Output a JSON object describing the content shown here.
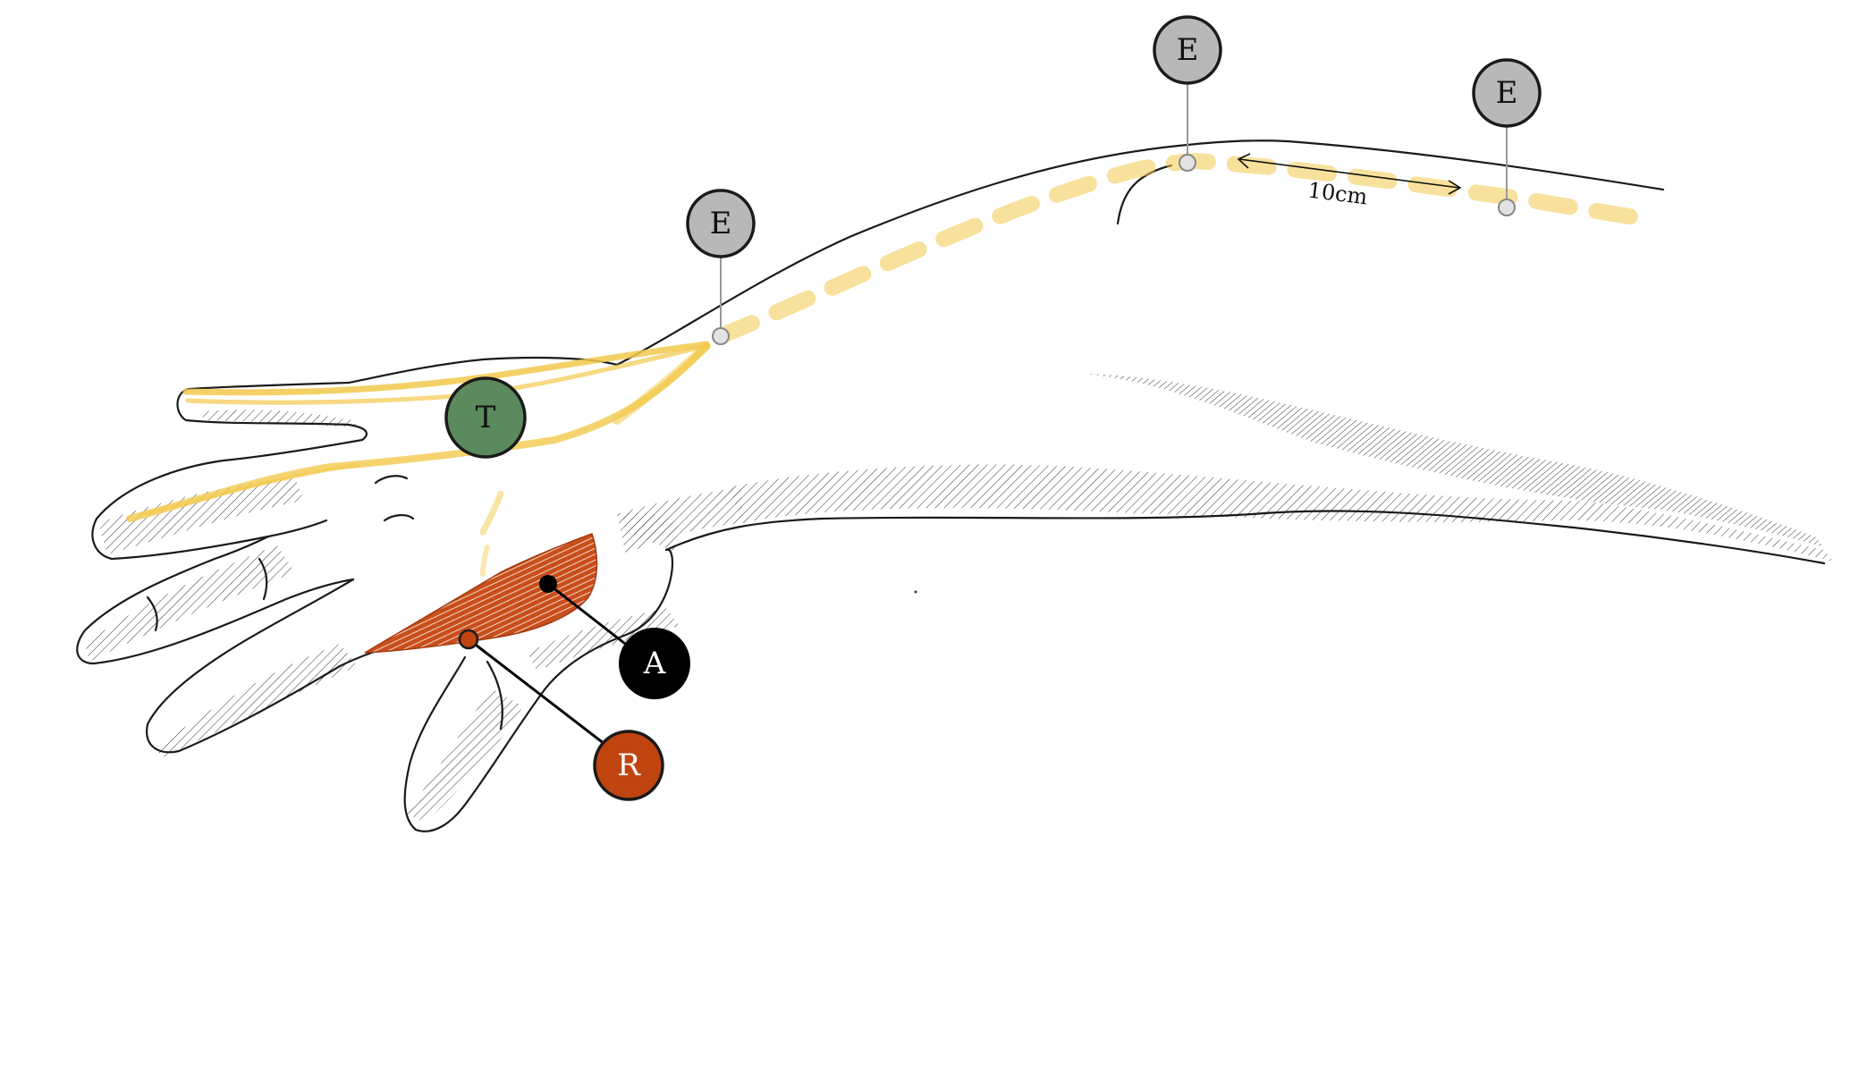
{
  "colors": {
    "electrode": "#b8b8b8",
    "target": "#5b8a5f",
    "anode": "#000000",
    "reference": "#c0440f",
    "nerve": "#f2c94c",
    "muscle": "#c84e1c",
    "outline": "#1a1a1a"
  },
  "labels": {
    "electrode_1": "E",
    "electrode_2": "E",
    "electrode_3": "E",
    "target": "T",
    "anode": "A",
    "reference": "R"
  },
  "dimension": {
    "text": "10cm"
  }
}
